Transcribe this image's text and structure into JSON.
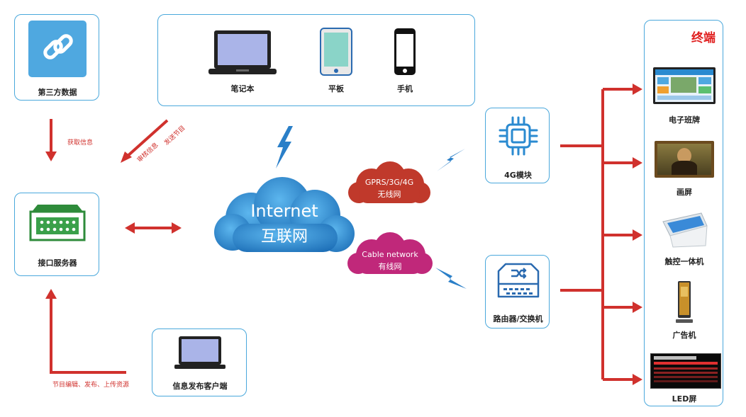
{
  "nodes": {
    "third_party": "第三方数据",
    "interface_server": "接口服务器",
    "publish_client": "信息发布客户端",
    "laptop": "笔记本",
    "tablet": "平板",
    "phone": "手机",
    "module_4g": "4G模块",
    "router": "路由器/交换机"
  },
  "cloud": {
    "line1": "Internet",
    "line2": "互联网"
  },
  "wireless": {
    "line1": "GPRS/3G/4G",
    "line2": "无线网"
  },
  "cable": {
    "line1": "Cable network",
    "line2": "有线网"
  },
  "edge_labels": {
    "fetch_info": "获取信息",
    "review_info": "审核信息",
    "send_program": "发送节目",
    "edit_publish": "节目编辑、发布、上传资源"
  },
  "terminal": {
    "title": "终端",
    "items": [
      "电子班牌",
      "画屏",
      "触控一体机",
      "广告机",
      "LED屏"
    ]
  },
  "colors": {
    "accent_blue": "#4aa8dc",
    "arrow_red": "#d0312d",
    "title_red": "#e02020"
  }
}
